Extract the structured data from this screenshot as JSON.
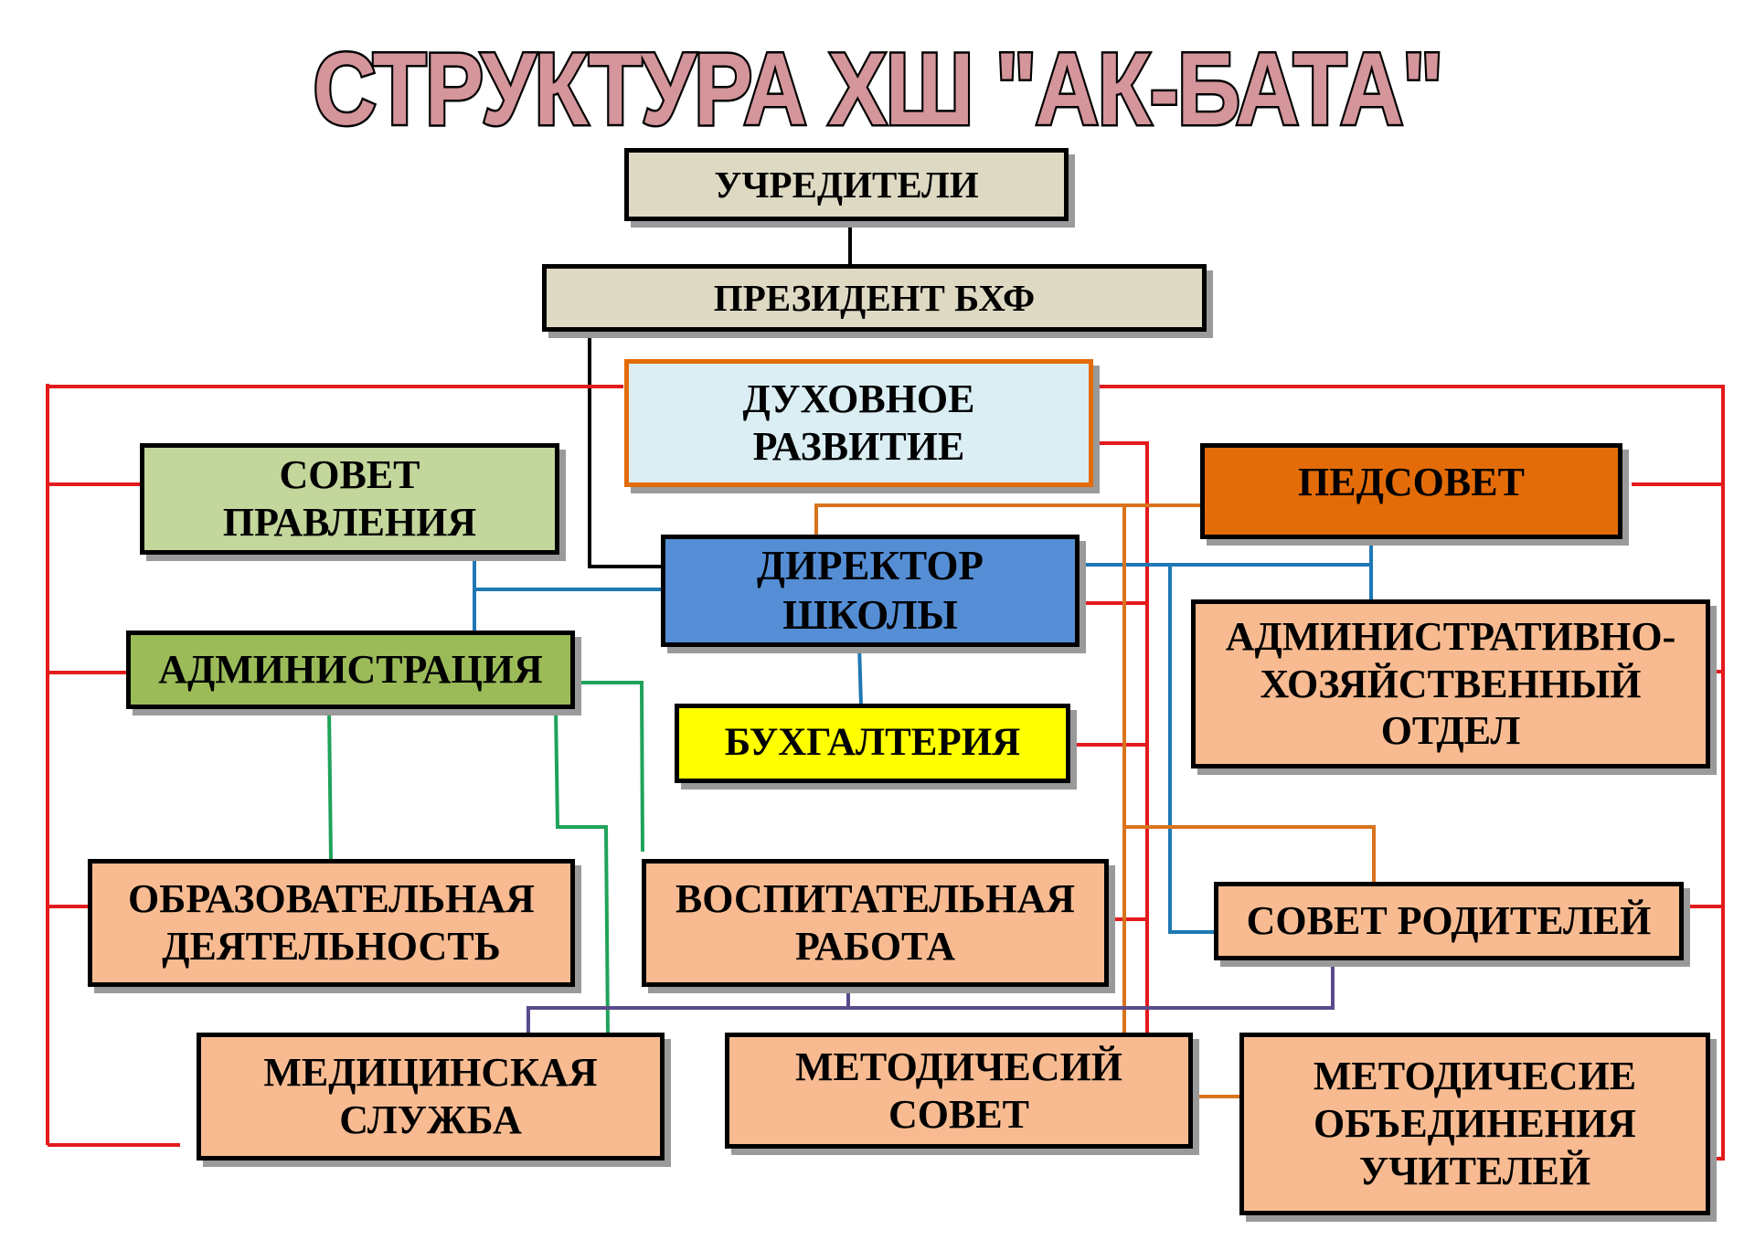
{
  "title": "СТРУКТУРА ХШ \"АК-БАТА\"",
  "nodes": {
    "founders": "УЧРЕДИТЕЛИ",
    "president": "ПРЕЗИДЕНТ БХФ",
    "spiritual": "ДУХОВНОЕ\nРАЗВИТИЕ",
    "board": "СОВЕТ\nПРАВЛЕНИЯ",
    "pedsovet": "ПЕДСОВЕТ",
    "director": "ДИРЕКТОР\nШКОЛЫ",
    "administration": "АДМИНИСТРАЦИЯ",
    "admin_household": "АДМИНИСТРАТИВНО-\nХОЗЯЙСТВЕННЫЙ\nОТДЕЛ",
    "accounting": "БУХГАЛТЕРИЯ",
    "education": "ОБРАЗОВАТЕЛЬНАЯ\nДЕЯТЕЛЬНОСТЬ",
    "upbringing": "ВОСПИТАТЕЛЬНАЯ\nРАБОТА",
    "parents": "СОВЕТ РОДИТЕЛЕЙ",
    "medical": "МЕДИЦИНСКАЯ\nСЛУЖБА",
    "method_council": "МЕТОДИЧЕСИЙ\nСОВЕТ",
    "method_assoc": "МЕТОДИЧЕСИЕ\nОБЪЕДИНЕНИЯ\nУЧИТЕЛЕЙ"
  },
  "colors": {
    "title_fill": "#d4959b",
    "beige": "#ddd9c3",
    "peach": "#f8bb91",
    "green": "#9bbb59",
    "light_green": "#c3d69b",
    "light_blue": "#daeef3",
    "blue": "#558ed5",
    "orange": "#e36c09",
    "yellow": "#ffff00",
    "line_red": "#e41a1c",
    "line_blue": "#1f78b4",
    "line_green": "#1fa35a",
    "line_orange": "#d9731d",
    "line_purple": "#5b4b8a",
    "line_black": "#000000"
  }
}
